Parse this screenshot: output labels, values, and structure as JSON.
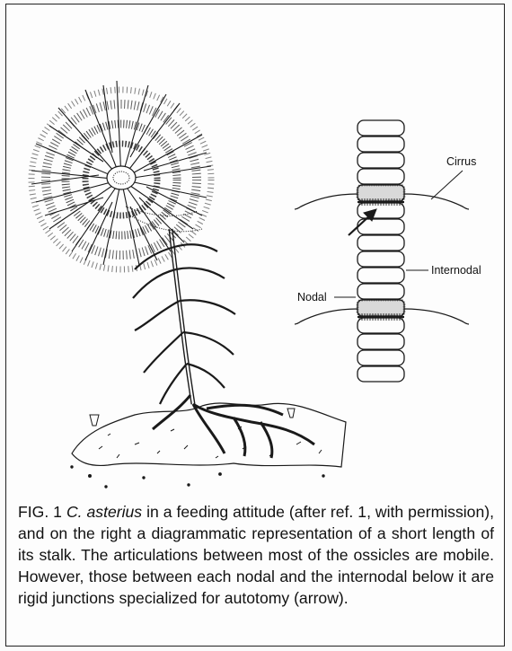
{
  "figure": {
    "labels": {
      "cirrus": "Cirrus",
      "internodal": "Internodal",
      "nodal": "Nodal"
    }
  },
  "caption": {
    "fig_number": "FIG. 1",
    "species": "C. asterius",
    "text": "in a feeding attitude (after ref. 1, with permission), and on the right a diagrammatic representation of a short length of its stalk. The articulations between most of the ossicles are mobile. However, those between each nodal and the internodal below it are rigid junctions specialized for autotomy (arrow)."
  }
}
